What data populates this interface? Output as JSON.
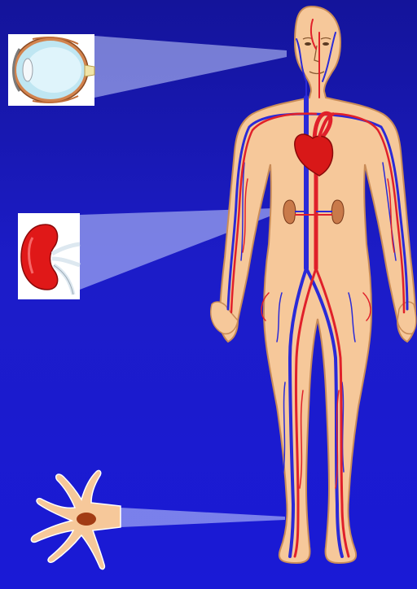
{
  "slide": {
    "palette": {
      "background_top": "#14149a",
      "background_bottom": "#1a1ad6",
      "skin": "#f6c89a",
      "skin_outline": "#c98c58",
      "artery": "#e0202a",
      "vein": "#2a2ad8",
      "callout_beam": "#c9d4ff",
      "kidney": "#e01818",
      "heart": "#d81818",
      "cell_nucleus": "#a23c14"
    },
    "figure": {
      "icon": "human-circulatory-system-icon"
    },
    "callouts": [
      {
        "id": "eye",
        "icon": "eye-anatomy-icon"
      },
      {
        "id": "kidney",
        "icon": "kidney-icon"
      },
      {
        "id": "cell",
        "icon": "cell-icon"
      }
    ]
  }
}
